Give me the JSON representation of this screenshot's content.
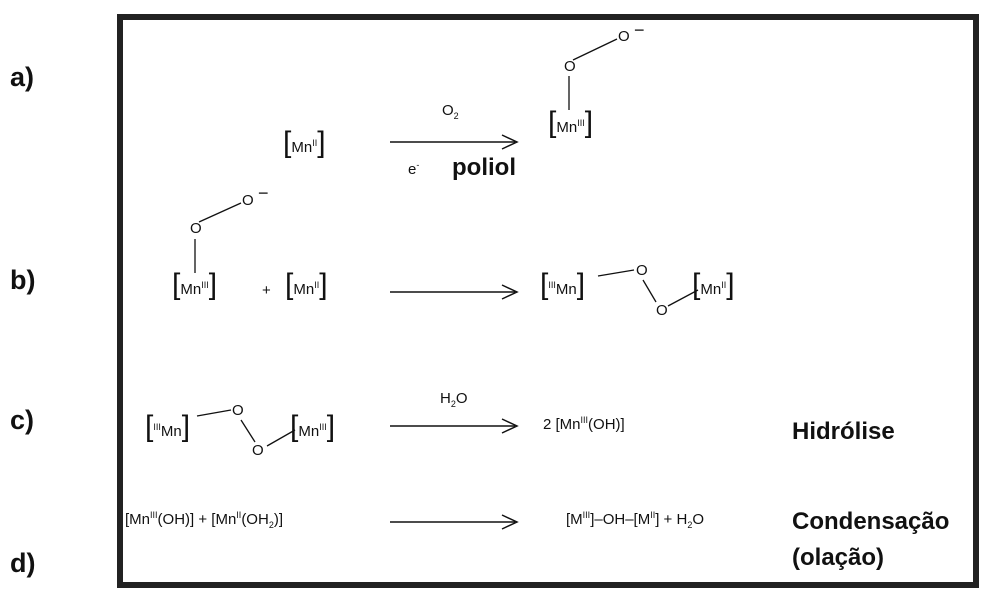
{
  "labels": {
    "a": "a)",
    "b": "b)",
    "c": "c)",
    "d": "d)"
  },
  "reaction_a": {
    "reactant_metal": "Mn",
    "reactant_ox": "II",
    "above_arrow_sym": "O",
    "above_arrow_sub": "2",
    "below_arrow_e": "e",
    "below_arrow_sup": "-",
    "below_arrow_word": "poliol",
    "product_O1": "O",
    "product_O2": "O",
    "product_charge": "−",
    "product_metal": "Mn",
    "product_ox": "III"
  },
  "reaction_b": {
    "react1_O1": "O",
    "react1_O2": "O",
    "react1_charge": "−",
    "react1_metal": "Mn",
    "react1_ox": "III",
    "plus": "+",
    "react2_metal": "Mn",
    "react2_ox": "II",
    "prod_left_ox": "III",
    "prod_left_metal": "Mn",
    "prod_O1": "O",
    "prod_O2": "O",
    "prod_right_metal": "Mn",
    "prod_right_ox": "II"
  },
  "reaction_c": {
    "react_left_ox": "III",
    "react_left_metal": "Mn",
    "react_O1": "O",
    "react_O2": "O",
    "react_right_metal": "Mn",
    "react_right_ox": "III",
    "above_arrow_h": "H",
    "above_arrow_sub": "2",
    "above_arrow_o": "O",
    "product_pre": "2 [Mn",
    "product_ox": "III",
    "product_post": "(OH)]",
    "process": "Hidrólise"
  },
  "reaction_d": {
    "r1_pre": "[Mn",
    "r1_ox": "III",
    "r1_post": "(OH)] + [Mn",
    "r2_ox": "II",
    "r2_mid": "(OH",
    "r2_sub": "2",
    "r2_post": ")]",
    "p_pre": "[M",
    "p_ox1": "III",
    "p_mid": "]–OH–[M",
    "p_ox2": "II",
    "p_post": "] + H",
    "p_sub": "2",
    "p_end": "O",
    "process_line1": "Condensação",
    "process_line2": "(olação)"
  }
}
